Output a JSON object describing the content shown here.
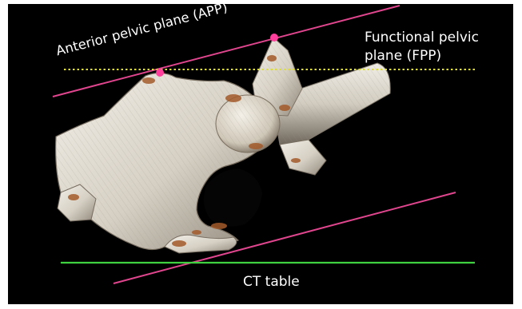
{
  "annotations": {
    "app_label": "Anterior pelvic plane (APP)",
    "fpp_label": "Functional pelvic\nplane (FPP)",
    "ct_table_label": "CT table"
  },
  "colors": {
    "background": "#000000",
    "app_line": "#e0458e",
    "landmark_point": "#ff3f9b",
    "fpp_line": "#dede3a",
    "ct_table_line": "#3fd13f",
    "bone": "#d9d3c7",
    "bone_stain": "#a35a2a"
  },
  "image": {
    "content": "3D CT volume rendering of hemipelvis with proximal femur"
  }
}
